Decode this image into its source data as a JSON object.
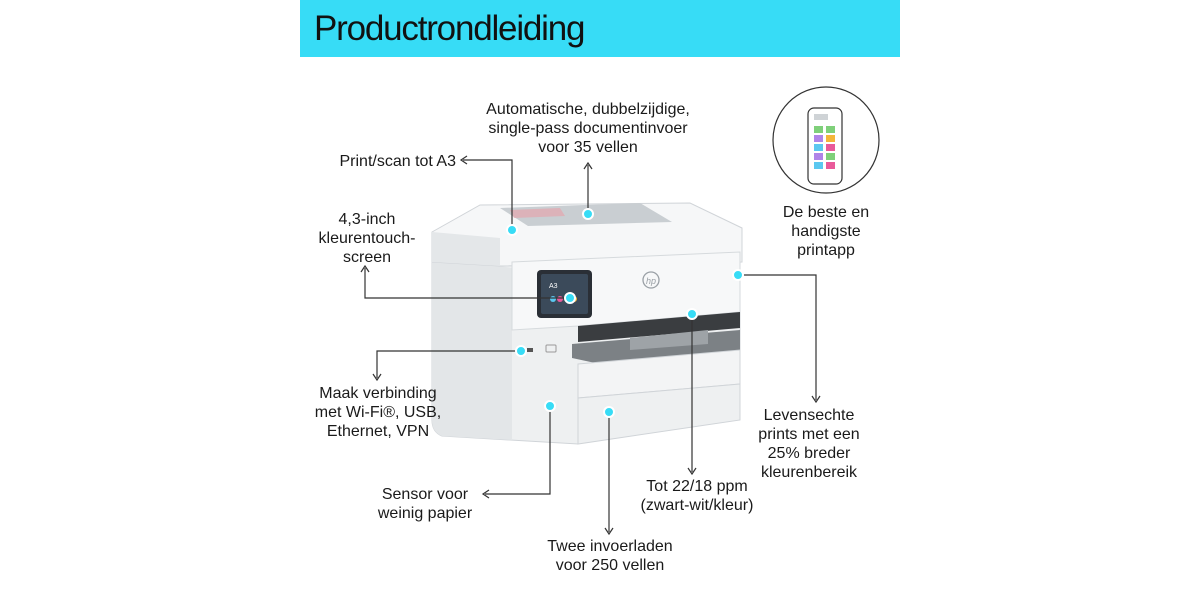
{
  "header": {
    "title": "Productrondleiding"
  },
  "printer": {
    "brand_logo": "hp",
    "screen_text": "A3"
  },
  "callouts": {
    "adf": [
      "Automatische, dubbelzijdige,",
      "single-pass documentinvoer",
      "voor 35 vellen"
    ],
    "a3": "Print/scan tot A3",
    "touchscreen": [
      "4,3-inch",
      "kleurentouch-",
      "screen"
    ],
    "connect": [
      "Maak verbinding",
      "met Wi-Fi®, USB,",
      "Ethernet, VPN"
    ],
    "sensor": [
      "Sensor voor",
      "weinig papier"
    ],
    "trays": [
      "Twee invoerladen",
      "voor 250 vellen"
    ],
    "speed": [
      "Tot 22/18 ppm",
      "(zwart-wit/kleur)"
    ],
    "app": [
      "De beste en",
      "handigste",
      "printapp"
    ],
    "prints": [
      "Levensechte",
      "prints met een",
      "25% breder",
      "kleurenbereik"
    ]
  },
  "icons": {
    "phone": "smartphone-app-icon",
    "arrow": "arrow-head-icon",
    "hotspot": "hotspot-dot-icon"
  },
  "colors": {
    "accent": "#37dcf6",
    "printer_body": "#f2f3f4",
    "printer_shadow": "#d9dcdf"
  }
}
